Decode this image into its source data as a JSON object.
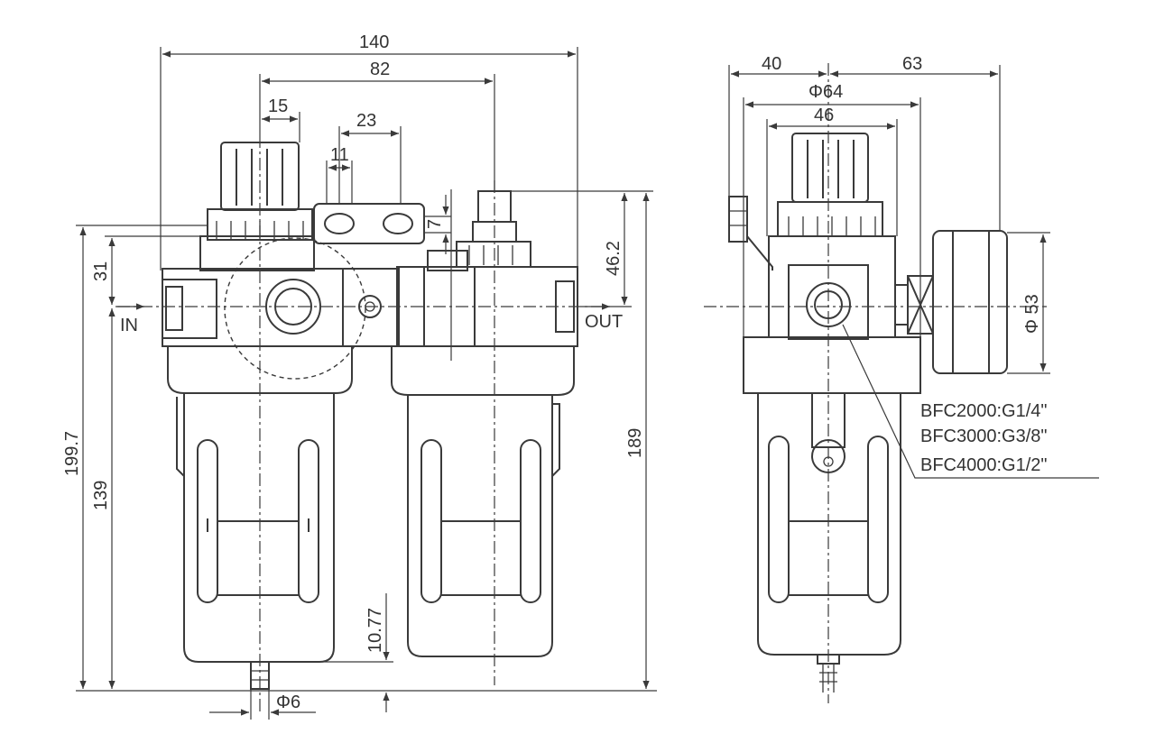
{
  "dimensions": {
    "overall_width": "140",
    "center_distance": "82",
    "knob_offset": "15",
    "port_spacing": "23",
    "port_width": "11",
    "port_offset": "7",
    "top_height": "31",
    "total_height": "199.7",
    "bowl_height": "139",
    "lubricator_top": "46.2",
    "right_height": "189",
    "bowl_clearance": "10.77",
    "drain_dia": "Φ6",
    "side_left": "40",
    "side_right": "63",
    "body_dia": "Φ64",
    "knob_width": "46",
    "gauge_dia": "Φ 53"
  },
  "labels": {
    "inlet": "IN",
    "outlet": "OUT"
  },
  "port_specs": [
    "BFC2000:G1/4\"",
    "BFC3000:G3/8\"",
    "BFC4000:G1/2\""
  ]
}
